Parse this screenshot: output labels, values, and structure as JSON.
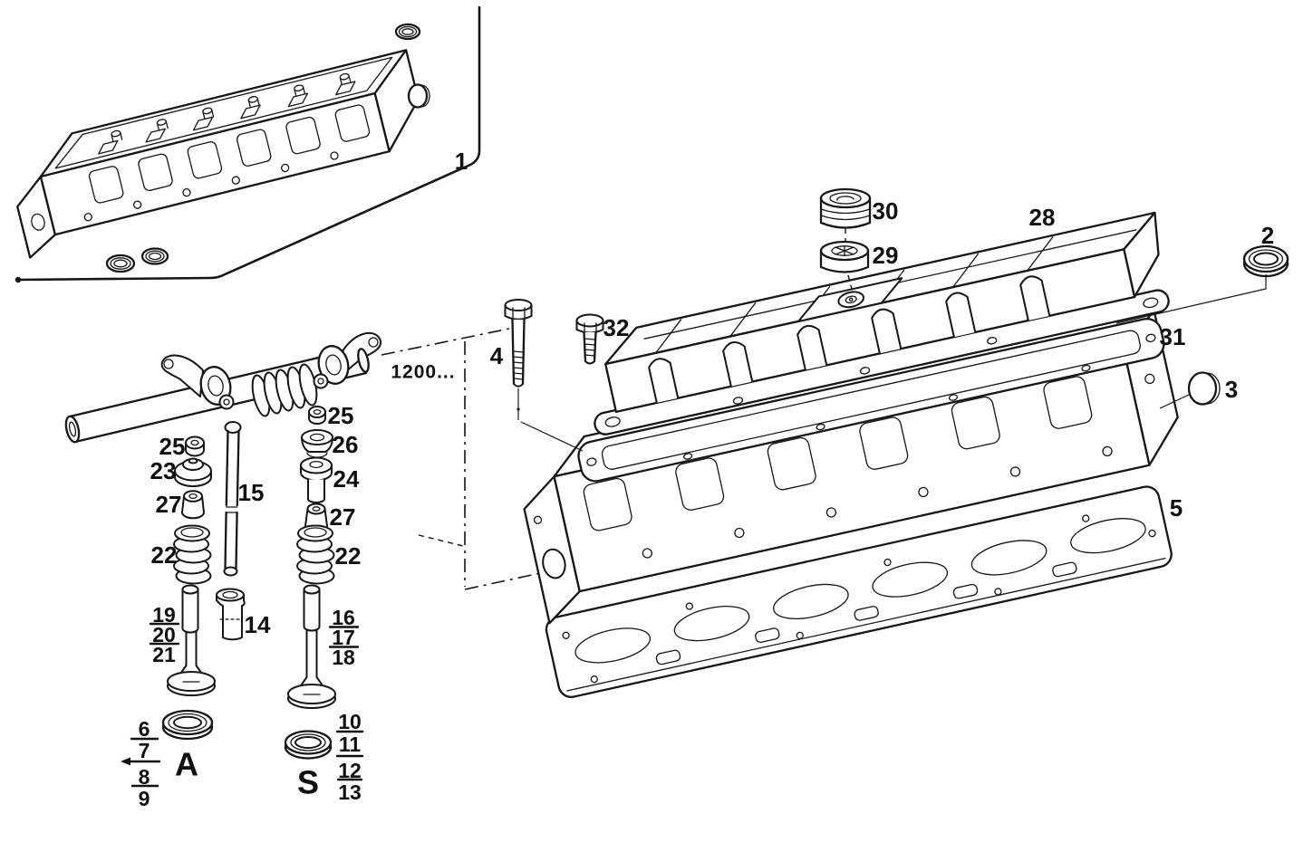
{
  "diagram": {
    "kind": "exploded-parts-diagram",
    "subject": "Engine cylinder head, valves, valve cover and gaskets",
    "note": "1200...",
    "labels": {
      "assembly": "1",
      "seal_ring": "2",
      "plug": "3",
      "bolt_long": "4",
      "head_gasket": "5",
      "seat_a_items": [
        "6",
        "7",
        "8",
        "9"
      ],
      "seat_a_letter": "A",
      "seat_s_items": [
        "10",
        "11",
        "12",
        "13"
      ],
      "seat_s_letter": "S",
      "tappet": "14",
      "pushrod": "15",
      "valve_s_items": [
        "16",
        "17",
        "18"
      ],
      "valve_a_items": [
        "19",
        "20",
        "21"
      ],
      "spring_left": "22",
      "spring_right": "22",
      "retainer_left": "23",
      "spring_seat": "24",
      "keeper_left": "25",
      "keeper_right": "25",
      "retainer_right": "26",
      "seal_left": "27",
      "seal_right": "27",
      "valve_cover": "28",
      "cap_lower": "29",
      "cap_upper": "30",
      "cover_gasket": "31",
      "bolt_short": "32"
    }
  }
}
